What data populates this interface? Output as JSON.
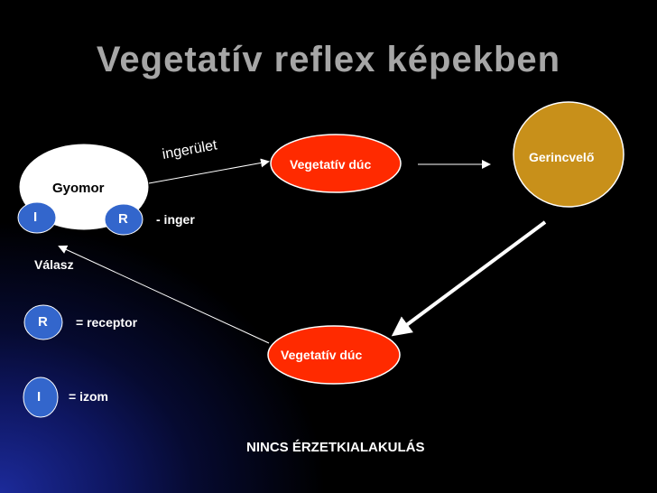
{
  "title": "Vegetatív reflex képekben",
  "nodes": {
    "gyomor": "Gyomor",
    "vegetativ_duc_top": "Vegetatív dúc",
    "gerincvelo": "Gerincvelő",
    "vegetativ_duc_bottom": "Vegetatív dúc"
  },
  "labels": {
    "ingerulet": "ingerület",
    "inger": "- inger",
    "valasz": "Válasz",
    "receptor_legend": "= receptor",
    "izom_legend": "= izom",
    "footer": "NINCS ÉRZETKIALAKULÁS"
  },
  "markers": {
    "I": "I",
    "R": "R"
  },
  "colors": {
    "background": "#000000",
    "title": "#a6a6a6",
    "ganglion": "#ff2a00",
    "spinal_cord": "#c8901a",
    "marker_blue": "#3366cc",
    "arrow": "#ffffff"
  }
}
